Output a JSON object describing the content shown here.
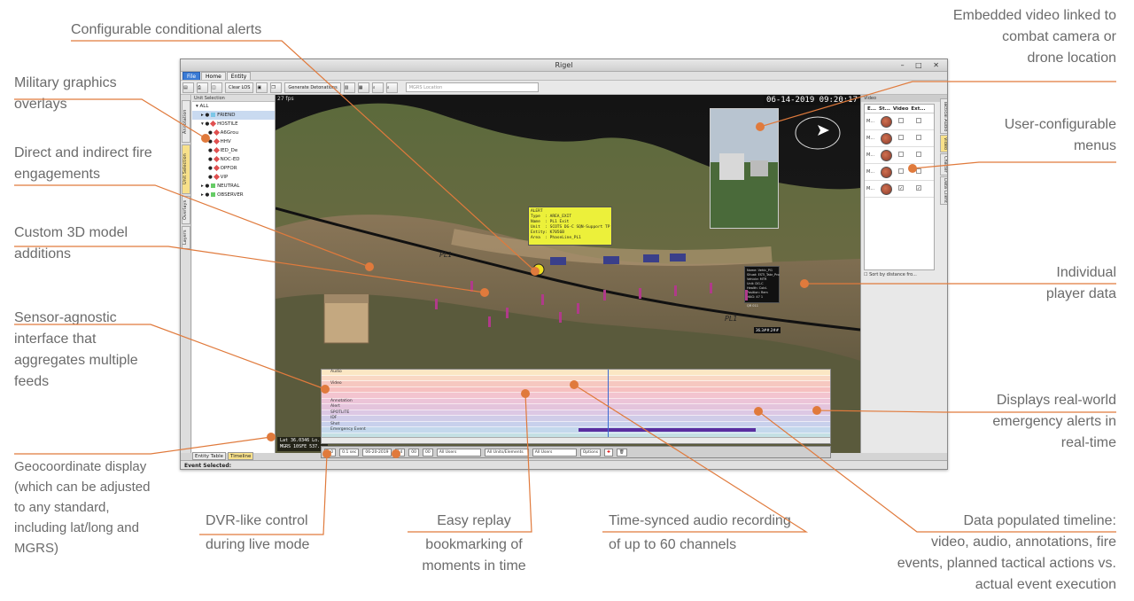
{
  "callouts": {
    "configurable_alerts": "Configurable conditional alerts",
    "embedded_video": [
      "Embedded video linked to",
      "combat camera or",
      "drone location"
    ],
    "military_graphics": [
      "Military graphics",
      "overlays"
    ],
    "user_menus": [
      "User-configurable",
      "menus"
    ],
    "fire_engagements": [
      "Direct and indirect fire",
      "engagements"
    ],
    "custom_3d": [
      "Custom 3D model",
      "additions"
    ],
    "player_data": [
      "Individual",
      "player data"
    ],
    "sensor_agnostic": [
      "Sensor-agnostic",
      "interface that",
      "aggregates multiple",
      "feeds"
    ],
    "realworld_alerts": [
      "Displays real-world",
      "emergency alerts in",
      "real-time"
    ],
    "geocoordinate": [
      "Geocoordinate display",
      "(which can  be adjusted",
      "to any standard,",
      "including lat/long and",
      "MGRS)"
    ],
    "dvr": [
      "DVR-like control",
      "during live mode"
    ],
    "easy_replay": [
      "Easy replay",
      "bookmarking of",
      "moments in time"
    ],
    "audio_sync": [
      "Time-synced audio recording",
      "of up to 60 channels"
    ],
    "timeline_data": [
      "Data populated timeline:",
      "video, audio, annotations, fire",
      "events, planned tactical actions vs.",
      "actual event execution"
    ]
  },
  "app": {
    "title": "Rigel",
    "menu_tabs": [
      "File",
      "Home",
      "Entity"
    ],
    "toolbar": {
      "clear_los": "Clear LOS",
      "generate_detonations": "Generate Detonations",
      "mgrs_placeholder": "MGRS Location"
    },
    "left_vertical_tabs": [
      "Annotation",
      "Unit Selection",
      "Overlays",
      "Layers"
    ],
    "tree_header": "Unit Selection",
    "tree": [
      "ALL",
      "FRIEND",
      "HOSTILE",
      "A6Grou",
      "HHV",
      "IED_De",
      "NOC-ED",
      "OPFOR",
      "VIP",
      "NEUTRAL",
      "OBSERVER"
    ],
    "bottom_tabs": [
      "Entity Table",
      "Timeline"
    ],
    "status": "Event Selected:",
    "datetime": "06-14-2019  09:20:17",
    "fps": "27 fps",
    "coords": [
      "Lat  36.0346  Lo...",
      "MGRS  10SFE 537..."
    ],
    "alert_text": "ALERT\nType  : AREA_EXIT\nName  : PL1 Exit\nUnit  : SCOTS DG-C SQN-Support TP\nEntity: K7056B\nArea  : PhaseLine_PL1",
    "phase_lines": [
      "PL1",
      "PL1"
    ],
    "right_panel": {
      "header": "Video",
      "columns": [
        "E...",
        "St...",
        "Video",
        "Ext..."
      ],
      "rows": [
        "M...",
        "M...",
        "M...",
        "M...",
        "M..."
      ],
      "sort_label": "Sort by distance fro...",
      "vertical_tabs": [
        "Tactical Audio",
        "Video",
        "Chatter",
        "Data Client"
      ]
    },
    "timeline": {
      "rows": [
        "Audio",
        "",
        "Video",
        "",
        "",
        "Annotation",
        "Alert",
        "SPOTLITE",
        "IDF",
        "Shot",
        "Emergency Event",
        ""
      ],
      "controls": [
        "1.0",
        "0.1 sec",
        "06-20-2019",
        "14",
        "00",
        "00",
        "All Users",
        "All Units/Elements",
        "All Users",
        "Options"
      ]
    },
    "player_data": "Name: Vehic_Pl1\nSituat: ESTI_Tabr_Pro\nVehicle: MTR\nUnit: DG-C\nHealth: Cold-\nPosition: Rem\nMAG: 47 1\n\nQR 011"
  }
}
